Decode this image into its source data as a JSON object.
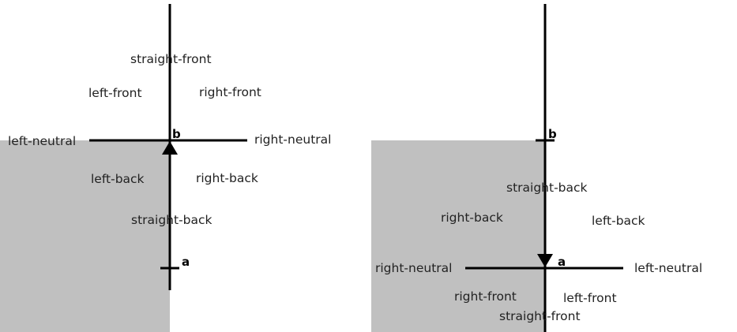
{
  "colors": {
    "background": "#ffffff",
    "shade": "#c0c0c0",
    "line": "#000000",
    "text": "#222222"
  },
  "diagram_left": {
    "arrow_direction": "up",
    "points": {
      "a": "a",
      "b": "b"
    },
    "labels": {
      "straight_front": "straight-front",
      "left_front": "left-front",
      "right_front": "right-front",
      "left_neutral": "left-neutral",
      "right_neutral": "right-neutral",
      "left_back": "left-back",
      "right_back": "right-back",
      "straight_back": "straight-back"
    }
  },
  "diagram_right": {
    "arrow_direction": "down",
    "points": {
      "a": "a",
      "b": "b"
    },
    "labels": {
      "straight_back": "straight-back",
      "right_back": "right-back",
      "left_back": "left-back",
      "right_neutral": "right-neutral",
      "left_neutral": "left-neutral",
      "right_front": "right-front",
      "left_front": "left-front",
      "straight_front": "straight-front"
    }
  }
}
